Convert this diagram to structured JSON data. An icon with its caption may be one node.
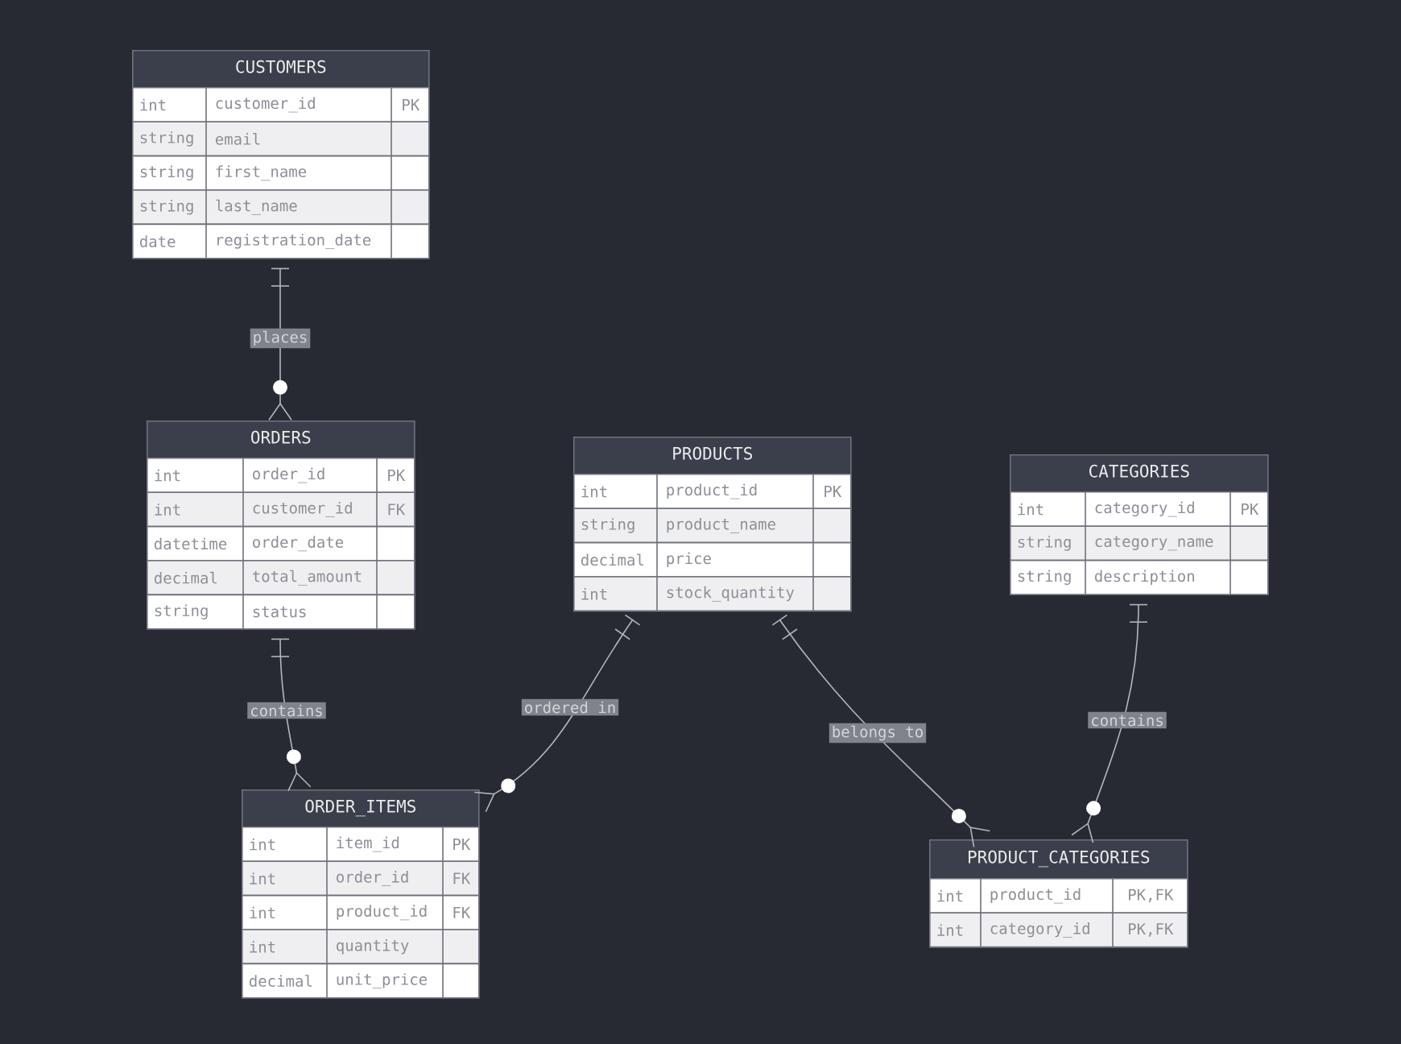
{
  "diagram": {
    "nodes": [
      {
        "text": [
          "CUSTOMERS"
        ]
      },
      {
        "text": [
          "int",
          "customer_id",
          "PK"
        ],
        "in": 0
      },
      {
        "text": [
          "string",
          "email"
        ],
        "in": 0
      },
      {
        "text": [
          "string",
          "first_name"
        ],
        "in": 0
      },
      {
        "text": [
          "string",
          "last_name"
        ],
        "in": 0
      },
      {
        "text": [
          "date",
          "registration_date"
        ],
        "in": 0
      },
      {
        "text": [
          "ORDERS"
        ]
      },
      {
        "text": [
          "int",
          "order_id",
          "PK"
        ],
        "in": 6
      },
      {
        "text": [
          "int",
          "customer_id",
          "FK"
        ],
        "in": 6
      },
      {
        "text": [
          "datetime",
          "order_date"
        ],
        "in": 6
      },
      {
        "text": [
          "decimal",
          "total_amount"
        ],
        "in": 6
      },
      {
        "text": [
          "string",
          "status"
        ],
        "in": 6
      },
      {
        "text": [
          "PRODUCTS"
        ]
      },
      {
        "text": [
          "int",
          "product_id",
          "PK"
        ],
        "in": 12
      },
      {
        "text": [
          "string",
          "product_name"
        ],
        "in": 12
      },
      {
        "text": [
          "decimal",
          "price"
        ],
        "in": 12
      },
      {
        "text": [
          "int",
          "stock_quantity"
        ],
        "in": 12
      },
      {
        "text": [
          "CATEGORIES"
        ]
      },
      {
        "text": [
          "int",
          "category_id",
          "PK"
        ],
        "in": 17
      },
      {
        "text": [
          "string",
          "category_name"
        ],
        "in": 17
      },
      {
        "text": [
          "string",
          "description"
        ],
        "in": 17
      },
      {
        "text": [
          "ORDER_ITEMS"
        ]
      },
      {
        "text": [
          "int",
          "item_id",
          "PK"
        ],
        "in": 21
      },
      {
        "text": [
          "int",
          "order_id",
          "FK"
        ],
        "in": 21
      },
      {
        "text": [
          "int",
          "product_id",
          "FK"
        ],
        "in": 21
      },
      {
        "text": [
          "int",
          "quantity"
        ],
        "in": 21
      },
      {
        "text": [
          "decimal",
          "unit_price"
        ],
        "in": 21
      },
      {
        "text": [
          "PRODUCT_CATEGORIES"
        ]
      },
      {
        "text": [
          "int",
          "product_id",
          "PK,FK"
        ],
        "in": 27
      },
      {
        "text": [
          "int",
          "category_id",
          "PK,FK"
        ],
        "in": 27
      }
    ],
    "edges": [
      {
        "from": 0,
        "to": 6,
        "arrow": "other",
        "label": "places"
      },
      {
        "from": 6,
        "to": 21,
        "arrow": "other",
        "label": "contains"
      },
      {
        "from": 12,
        "to": 21,
        "arrow": "other",
        "label": "ordered in"
      },
      {
        "from": 12,
        "to": 27,
        "arrow": "other",
        "label": "belongs to"
      },
      {
        "from": 17,
        "to": 27,
        "arrow": "other",
        "label": "contains"
      }
    ]
  }
}
